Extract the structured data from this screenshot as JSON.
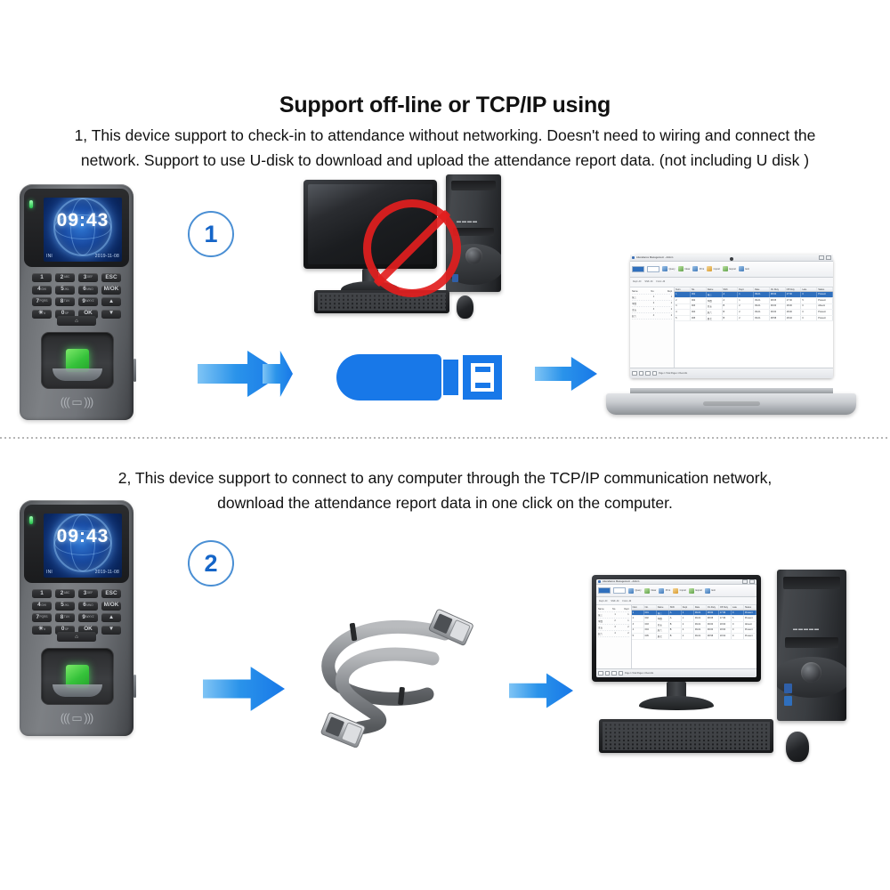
{
  "heading": {
    "title": "Support off-line or TCP/IP using"
  },
  "sections": [
    {
      "id": "offline-usb",
      "badge": "1",
      "paragraph": "1, This device support to check-in to attendance without networking. Doesn't need to wiring and connect the network. Support to use U-disk to download and upload the attendance report data. (not including U disk )",
      "flow": [
        "fingerprint-terminal",
        "arrow",
        "usb-flash-drive",
        "arrow",
        "laptop-attendance-software"
      ],
      "pc_state": "prohibited"
    },
    {
      "id": "tcpip-network",
      "badge": "2",
      "paragraph": "2, This device support to connect to any computer through the TCP/IP communication network, download the attendance report data in one click on the computer.",
      "flow": [
        "fingerprint-terminal",
        "arrow",
        "ethernet-cable",
        "arrow",
        "desktop-pc-attendance-software"
      ]
    }
  ],
  "device": {
    "name": "fingerprint-attendance-terminal",
    "screen": {
      "time": "09:43",
      "date": "2019-11-08",
      "left_label": "INI"
    },
    "keypad": [
      {
        "main": "1",
        "sub": ""
      },
      {
        "main": "2",
        "sub": "ABC"
      },
      {
        "main": "3",
        "sub": "DEF"
      },
      {
        "main": "ESC",
        "sub": ""
      },
      {
        "main": "4",
        "sub": "GHI"
      },
      {
        "main": "5",
        "sub": "JKL"
      },
      {
        "main": "6",
        "sub": "MNO"
      },
      {
        "main": "M/OK",
        "sub": ""
      },
      {
        "main": "7",
        "sub": "PQRS"
      },
      {
        "main": "8",
        "sub": "TUV"
      },
      {
        "main": "9",
        "sub": "WXYZ"
      },
      {
        "main": "▲",
        "sub": ""
      },
      {
        "main": "☀",
        "sub": "#"
      },
      {
        "main": "0",
        "sub": "SP"
      },
      {
        "main": "OK",
        "sub": ""
      },
      {
        "main": "▼",
        "sub": ""
      }
    ],
    "bell_key": "⌂",
    "rfid_label": "((( ▭ )))",
    "sensor_color": "#3ec83f"
  },
  "software": {
    "window_title": "Attendance Management - Admin",
    "ribbon": [
      "Query",
      "Clear",
      "Print",
      "Import",
      "Export",
      "Exit"
    ],
    "filters": [
      "Dept: All",
      "Shift: All",
      "From: All"
    ],
    "sidebar": {
      "headers": [
        "Name",
        "No.",
        "Dept"
      ],
      "rows": [
        {
          "name": "张三",
          "col2": "1",
          "col3": "1"
        },
        {
          "name": "李四",
          "col2": "2",
          "col3": "1"
        },
        {
          "name": "王五",
          "col2": "3",
          "col3": "2"
        },
        {
          "name": "赵六",
          "col2": "4",
          "col3": "2"
        }
      ]
    },
    "table": {
      "headers": [
        "Num",
        "No.",
        "Name",
        "Shift",
        "Dept",
        "Date",
        "On Duty",
        "Off Duty",
        "Late",
        "Status"
      ],
      "rows": [
        {
          "cells": [
            "1",
            "001",
            "张三",
            "A",
            "1",
            "09-01",
            "08:00",
            "17:30",
            "0",
            "Present"
          ],
          "selected": true
        },
        {
          "cells": [
            "2",
            "002",
            "李四",
            "A",
            "1",
            "09-01",
            "08:05",
            "17:30",
            "5",
            "Present"
          ],
          "selected": false
        },
        {
          "cells": [
            "3",
            "003",
            "王五",
            "B",
            "2",
            "09-01",
            "09:00",
            "18:00",
            "0",
            "Absent"
          ],
          "selected": false
        },
        {
          "cells": [
            "4",
            "004",
            "赵六",
            "B",
            "2",
            "09-01",
            "09:00",
            "18:00",
            "0",
            "Present"
          ],
          "selected": false
        },
        {
          "cells": [
            "5",
            "005",
            "周七",
            "B",
            "2",
            "09-01",
            "08:58",
            "18:02",
            "0",
            "Present"
          ],
          "selected": false
        }
      ]
    },
    "status_bar": "Page 1  Total Pages 1  Records"
  },
  "colors": {
    "accent_blue": "#1878e8",
    "badge_border": "#4a8fd4",
    "badge_text": "#1565c8",
    "prohibit_red": "#e21e1e",
    "sensor_green": "#3ec83f",
    "divider": "#b6b6b6"
  },
  "icons": {
    "arrow": "right-arrow-icon",
    "usb": "usb-flash-drive-icon",
    "prohibit": "prohibition-sign-icon",
    "cable": "ethernet-cable-icon"
  }
}
